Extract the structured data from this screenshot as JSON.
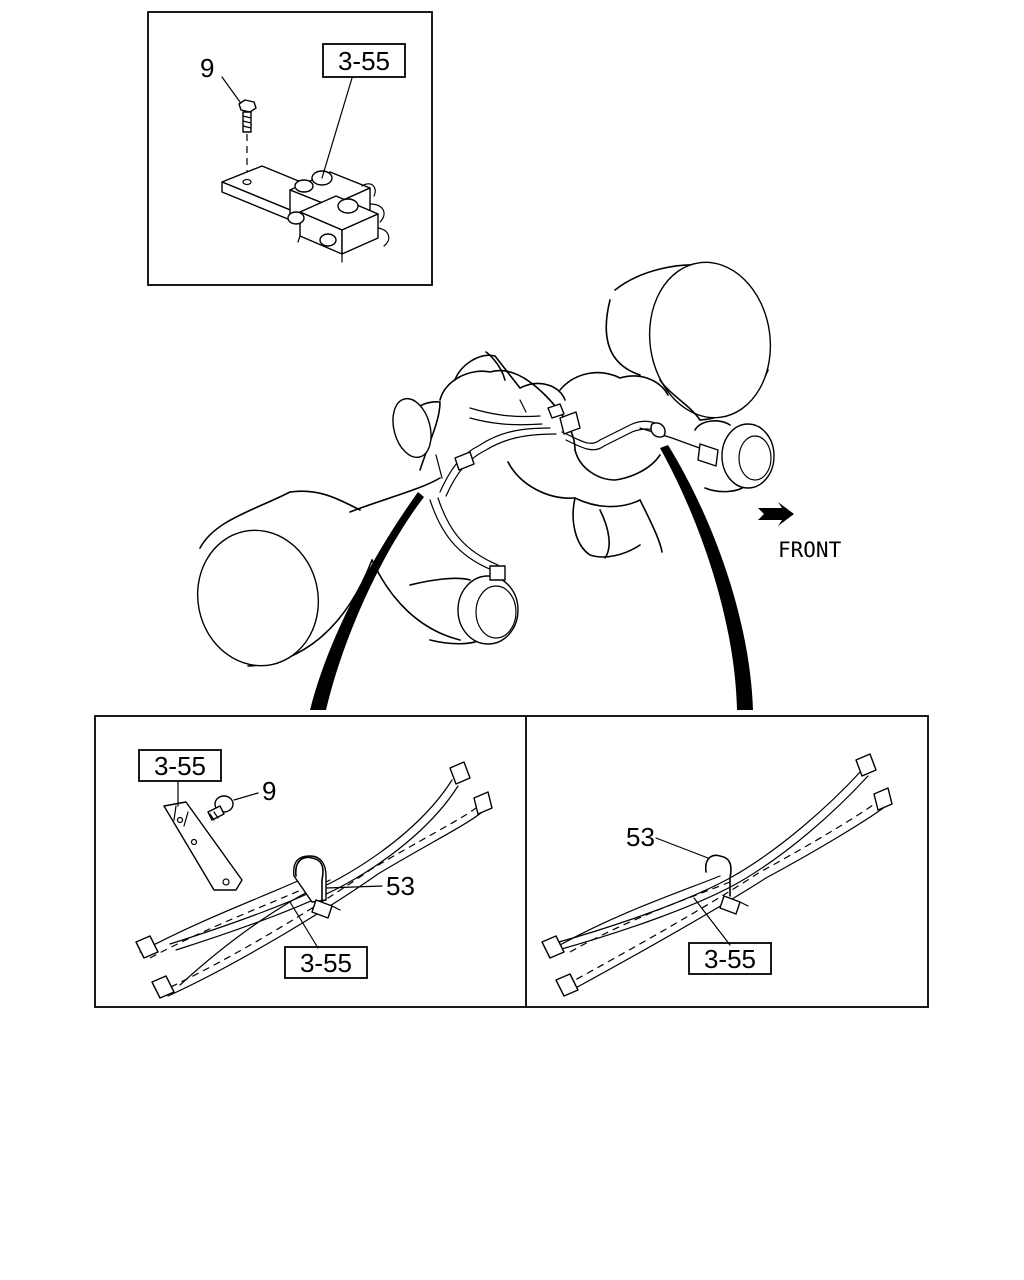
{
  "labels": {
    "top_inset_ref": "3-55",
    "top_inset_bolt": "9",
    "front": "FRONT",
    "left_panel_ref_top": "3-55",
    "left_panel_bolt": "9",
    "left_panel_clamp": "53",
    "left_panel_ref_bottom": "3-55",
    "right_panel_clamp": "53",
    "right_panel_ref": "3-55"
  }
}
